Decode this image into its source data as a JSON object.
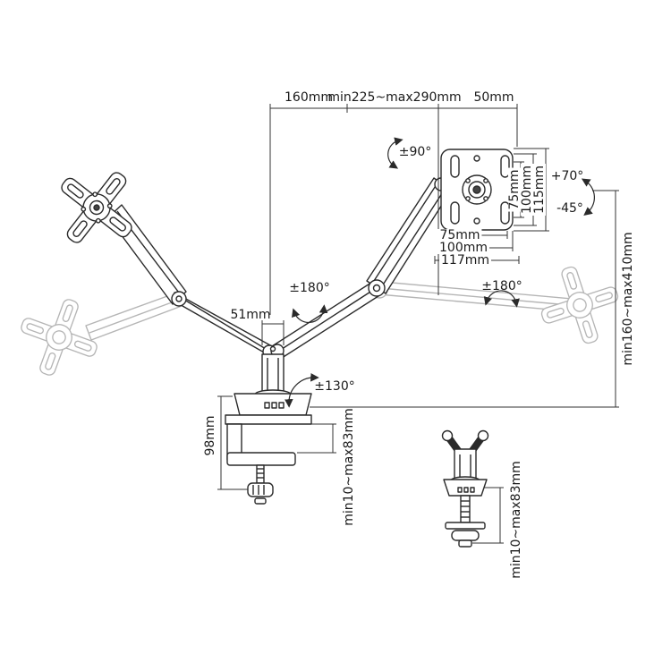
{
  "colors": {
    "line": "#2a2a2a",
    "ghost": "#b5b5b5",
    "dimension": "#333333",
    "background": "#ffffff",
    "text": "#1a1a1a"
  },
  "labels": {
    "top_offset": "160mm",
    "arm_reach": "min225~max290mm",
    "vesa_offset": "50mm",
    "vesa_rotation": "±90°",
    "vesa_vert_75": "75mm",
    "vesa_vert_100": "100mm",
    "vesa_vert_115": "115mm",
    "tilt_up": "+70°",
    "tilt_down": "-45°",
    "vesa_horiz_75": "75mm",
    "vesa_horiz_100": "100mm",
    "vesa_horiz_117": "117mm",
    "height_range": "min160~max410mm",
    "swivel_left": "±180°",
    "swivel_right": "±180°",
    "pole_width": "51mm",
    "base_rotation": "±130°",
    "clamp_height": "98mm",
    "clamp_range": "min10~max83mm",
    "grommet_range": "min10~max83mm"
  }
}
